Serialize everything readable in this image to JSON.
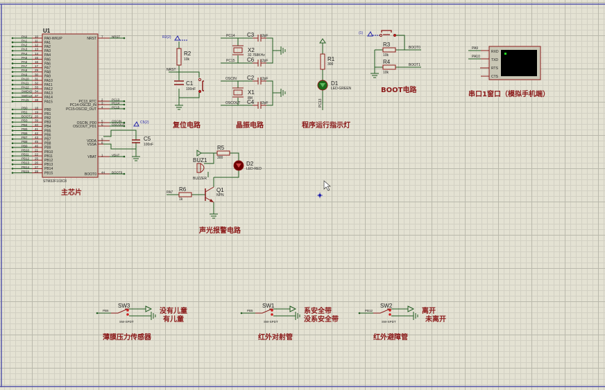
{
  "schematic": {
    "colors": {
      "wire": "#1f5a1f",
      "component": "#8b1a1a",
      "body": "#c9c7b5",
      "terminal_label": "#1a1a1a",
      "title": "#8b1a1a",
      "border": "#5555aa",
      "probe": "#2222aa",
      "led_green": "#1c6b1c",
      "led_red": "#6b0000"
    },
    "mcu": {
      "ref": "U1",
      "part": "STM32F103C8",
      "caption": "主芯片",
      "left_pins": [
        {
          "net": "PA0",
          "num": "10",
          "name": "PA0-WKUP"
        },
        {
          "net": "PA1",
          "num": "11",
          "name": "PA1"
        },
        {
          "net": "PA2",
          "num": "12",
          "name": "PA2"
        },
        {
          "net": "PA3",
          "num": "13",
          "name": "PA3"
        },
        {
          "net": "PA4",
          "num": "14",
          "name": "PA4"
        },
        {
          "net": "PA5",
          "num": "15",
          "name": "PA5"
        },
        {
          "net": "PA6",
          "num": "16",
          "name": "PA6"
        },
        {
          "net": "PA7",
          "num": "17",
          "name": "PA7"
        },
        {
          "net": "PA8",
          "num": "29",
          "name": "PA8"
        },
        {
          "net": "PA9",
          "num": "30",
          "name": "PA9"
        },
        {
          "net": "PA10",
          "num": "31",
          "name": "PA10"
        },
        {
          "net": "PA11",
          "num": "32",
          "name": "PA11"
        },
        {
          "net": "PA12",
          "num": "33",
          "name": "PA12"
        },
        {
          "net": "SWDIO",
          "num": "34",
          "name": "PA13"
        },
        {
          "net": "SWCLK",
          "num": "37",
          "name": "PA14"
        },
        {
          "net": "PA15",
          "num": "38",
          "name": "PA15"
        },
        {
          "net": "PB0",
          "num": "18",
          "name": "PB0"
        },
        {
          "net": "PB1",
          "num": "19",
          "name": "PB1"
        },
        {
          "net": "BOOT1",
          "num": "20",
          "name": "PB2"
        },
        {
          "net": "PB3",
          "num": "39",
          "name": "PB3"
        },
        {
          "net": "PB4",
          "num": "40",
          "name": "PB4"
        },
        {
          "net": "PB5",
          "num": "41",
          "name": "PB5"
        },
        {
          "net": "PB6",
          "num": "42",
          "name": "PB6"
        },
        {
          "net": "PB7",
          "num": "43",
          "name": "PB7"
        },
        {
          "net": "PB8",
          "num": "45",
          "name": "PB8"
        },
        {
          "net": "PB9",
          "num": "46",
          "name": "PB9"
        },
        {
          "net": "PB10",
          "num": "21",
          "name": "PB10"
        },
        {
          "net": "PB11",
          "num": "22",
          "name": "PB11"
        },
        {
          "net": "PB12",
          "num": "25",
          "name": "PB12"
        },
        {
          "net": "PB13",
          "num": "26",
          "name": "PB13"
        },
        {
          "net": "PB14",
          "num": "27",
          "name": "PB14"
        },
        {
          "net": "PB15",
          "num": "28",
          "name": "PB15"
        }
      ],
      "right_pins": [
        {
          "name": "NRST",
          "num": "7",
          "net": "NRST"
        },
        {
          "name": "PC13_RTC",
          "num": "2",
          "net": "PC13"
        },
        {
          "name": "PC14-OSC32_IN",
          "num": "3",
          "net": "PC14"
        },
        {
          "name": "PC15-OSC32_OUT",
          "num": "4",
          "net": "PC15"
        },
        {
          "name": "OSCIN_PD0",
          "num": "5",
          "net": "OSCIN"
        },
        {
          "name": "OSCOUT_PD1",
          "num": "6",
          "net": "OSCOUT"
        },
        {
          "name": "VDDA",
          "num": "9",
          "net": ""
        },
        {
          "name": "VSSA",
          "num": "8",
          "net": ""
        },
        {
          "name": "VBAT",
          "num": "1",
          "net": "VBAT"
        },
        {
          "name": "BOOT0",
          "num": "44",
          "net": "BOOT0"
        }
      ],
      "c5": {
        "ref": "C5",
        "value": "100nF",
        "probe": "C5(2)"
      }
    },
    "reset": {
      "caption": "复位电路",
      "probe": "R2(2)",
      "r_ref": "R2",
      "r_val": "10k",
      "c_ref": "C1",
      "c_val": "100nF",
      "net": "NRST"
    },
    "crystal": {
      "caption": "晶振电路",
      "x2": {
        "ref": "X2",
        "val": "32.768KHz",
        "top_net": "PC14",
        "bot_net": "PC15",
        "c_top": "C3",
        "c_bot": "C6",
        "cval": "12pF"
      },
      "x1": {
        "ref": "X1",
        "val": "8M",
        "top_net": "OSCIN",
        "bot_net": "OSCOUT",
        "c_top": "C2",
        "c_bot": "C4",
        "cval": "12pF"
      }
    },
    "led": {
      "caption": "程序运行指示灯",
      "r_ref": "R1",
      "r_val": "300",
      "d_ref": "D1",
      "d_val": "LED-GREEN",
      "net": "PC13"
    },
    "boot": {
      "caption": "BOOT电路",
      "probe": "(1)",
      "r3": "R3",
      "r4": "R4",
      "rval": "10k",
      "net0": "BOOT0",
      "net1": "BOOT1"
    },
    "uart": {
      "caption": "串口1窗口（模拟手机端）",
      "pins": [
        "RXD",
        "TXD",
        "RTS",
        "CTS"
      ],
      "nets": [
        "PA9",
        "PA10"
      ]
    },
    "alarm": {
      "caption": "声光报警电路",
      "r5": "R5",
      "r5v": "300",
      "buz": "BUZ1",
      "buzv": "BUZZER",
      "d2": "D2",
      "d2v": "LED-RED",
      "r6": "R6",
      "r6v": "1k",
      "q1": "Q1",
      "q1v": "NPN",
      "net": "PA7"
    },
    "switches": [
      {
        "ref": "SW3",
        "type": "SW-SPDT",
        "net": "PB6",
        "label_on": "没有儿童",
        "label_off": "有儿童",
        "caption": "薄膜压力传感器"
      },
      {
        "ref": "SW1",
        "type": "SW-SPDT",
        "net": "PB5",
        "label_on": "系安全带",
        "label_off": "没系安全带",
        "caption": "红外对射管"
      },
      {
        "ref": "SW2",
        "type": "SW-SPDT",
        "net": "PB12",
        "label_on": "离开",
        "label_off": "未离开",
        "caption": "红外避障管"
      }
    ]
  }
}
